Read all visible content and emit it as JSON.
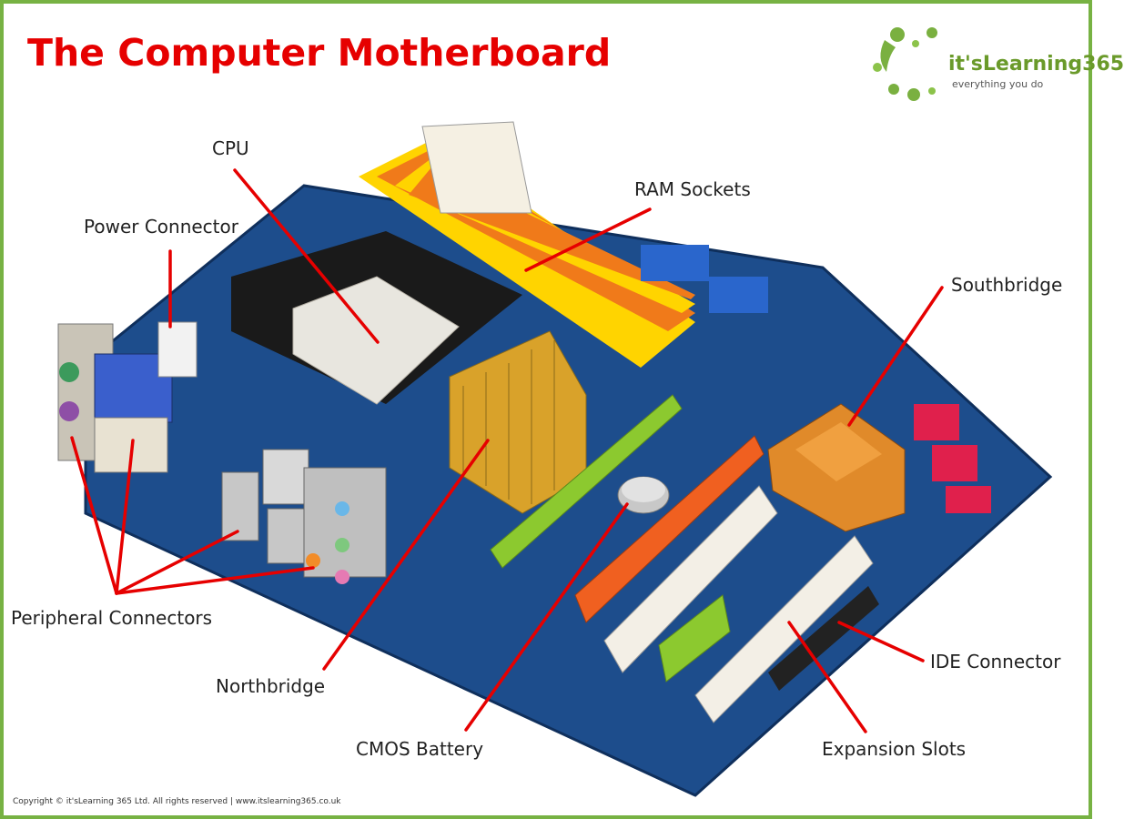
{
  "title": "The Computer Motherboard",
  "logo": {
    "text": "it'sLearning365",
    "tagline": "everything you do"
  },
  "labels": {
    "cpu": "CPU",
    "power_connector": "Power Connector",
    "ram_sockets": "RAM Sockets",
    "southbridge": "Southbridge",
    "peripheral_connectors": "Peripheral Connectors",
    "northbridge": "Northbridge",
    "cmos_battery": "CMOS Battery",
    "ide_connector": "IDE Connector",
    "expansion_slots": "Expansion Slots"
  },
  "copyright": "Copyright © it'sLearning 365 Ltd.  All rights reserved  |  www.itslearning365.co.uk",
  "colors": {
    "title": "#e60000",
    "arrow": "#e60000",
    "frame": "#77b243",
    "logo_green": "#6a9a2a",
    "board": "#1d4d8c"
  }
}
